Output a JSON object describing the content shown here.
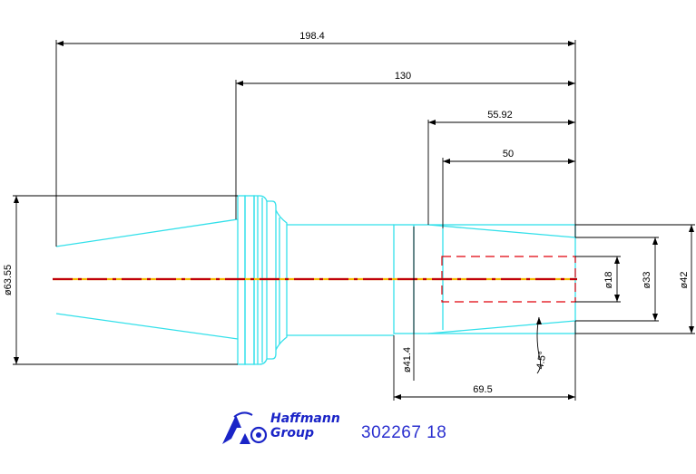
{
  "dimensions": {
    "overall_length": "198.4",
    "gauge_length": "130",
    "bore_depth": "55.92",
    "bore_depth_short": "50",
    "shank_length": "69.5",
    "flange_diameter": "ø63.55",
    "neck_diameter": "ø41.4",
    "bore_diameter": "ø18",
    "diameter_33": "ø33",
    "outer_diameter": "ø42",
    "taper_angle": "4.5°"
  },
  "logo": {
    "line1": "Haffmann",
    "line2": "Group"
  },
  "part_number": "302267 18",
  "colors": {
    "outline": "#33e0ea",
    "dimension": "#000000",
    "centerline_red": "#c0000a",
    "centerline_yellow": "#f5b800",
    "hidden_bore": "#e0000a",
    "brand": "#1a24c7"
  }
}
